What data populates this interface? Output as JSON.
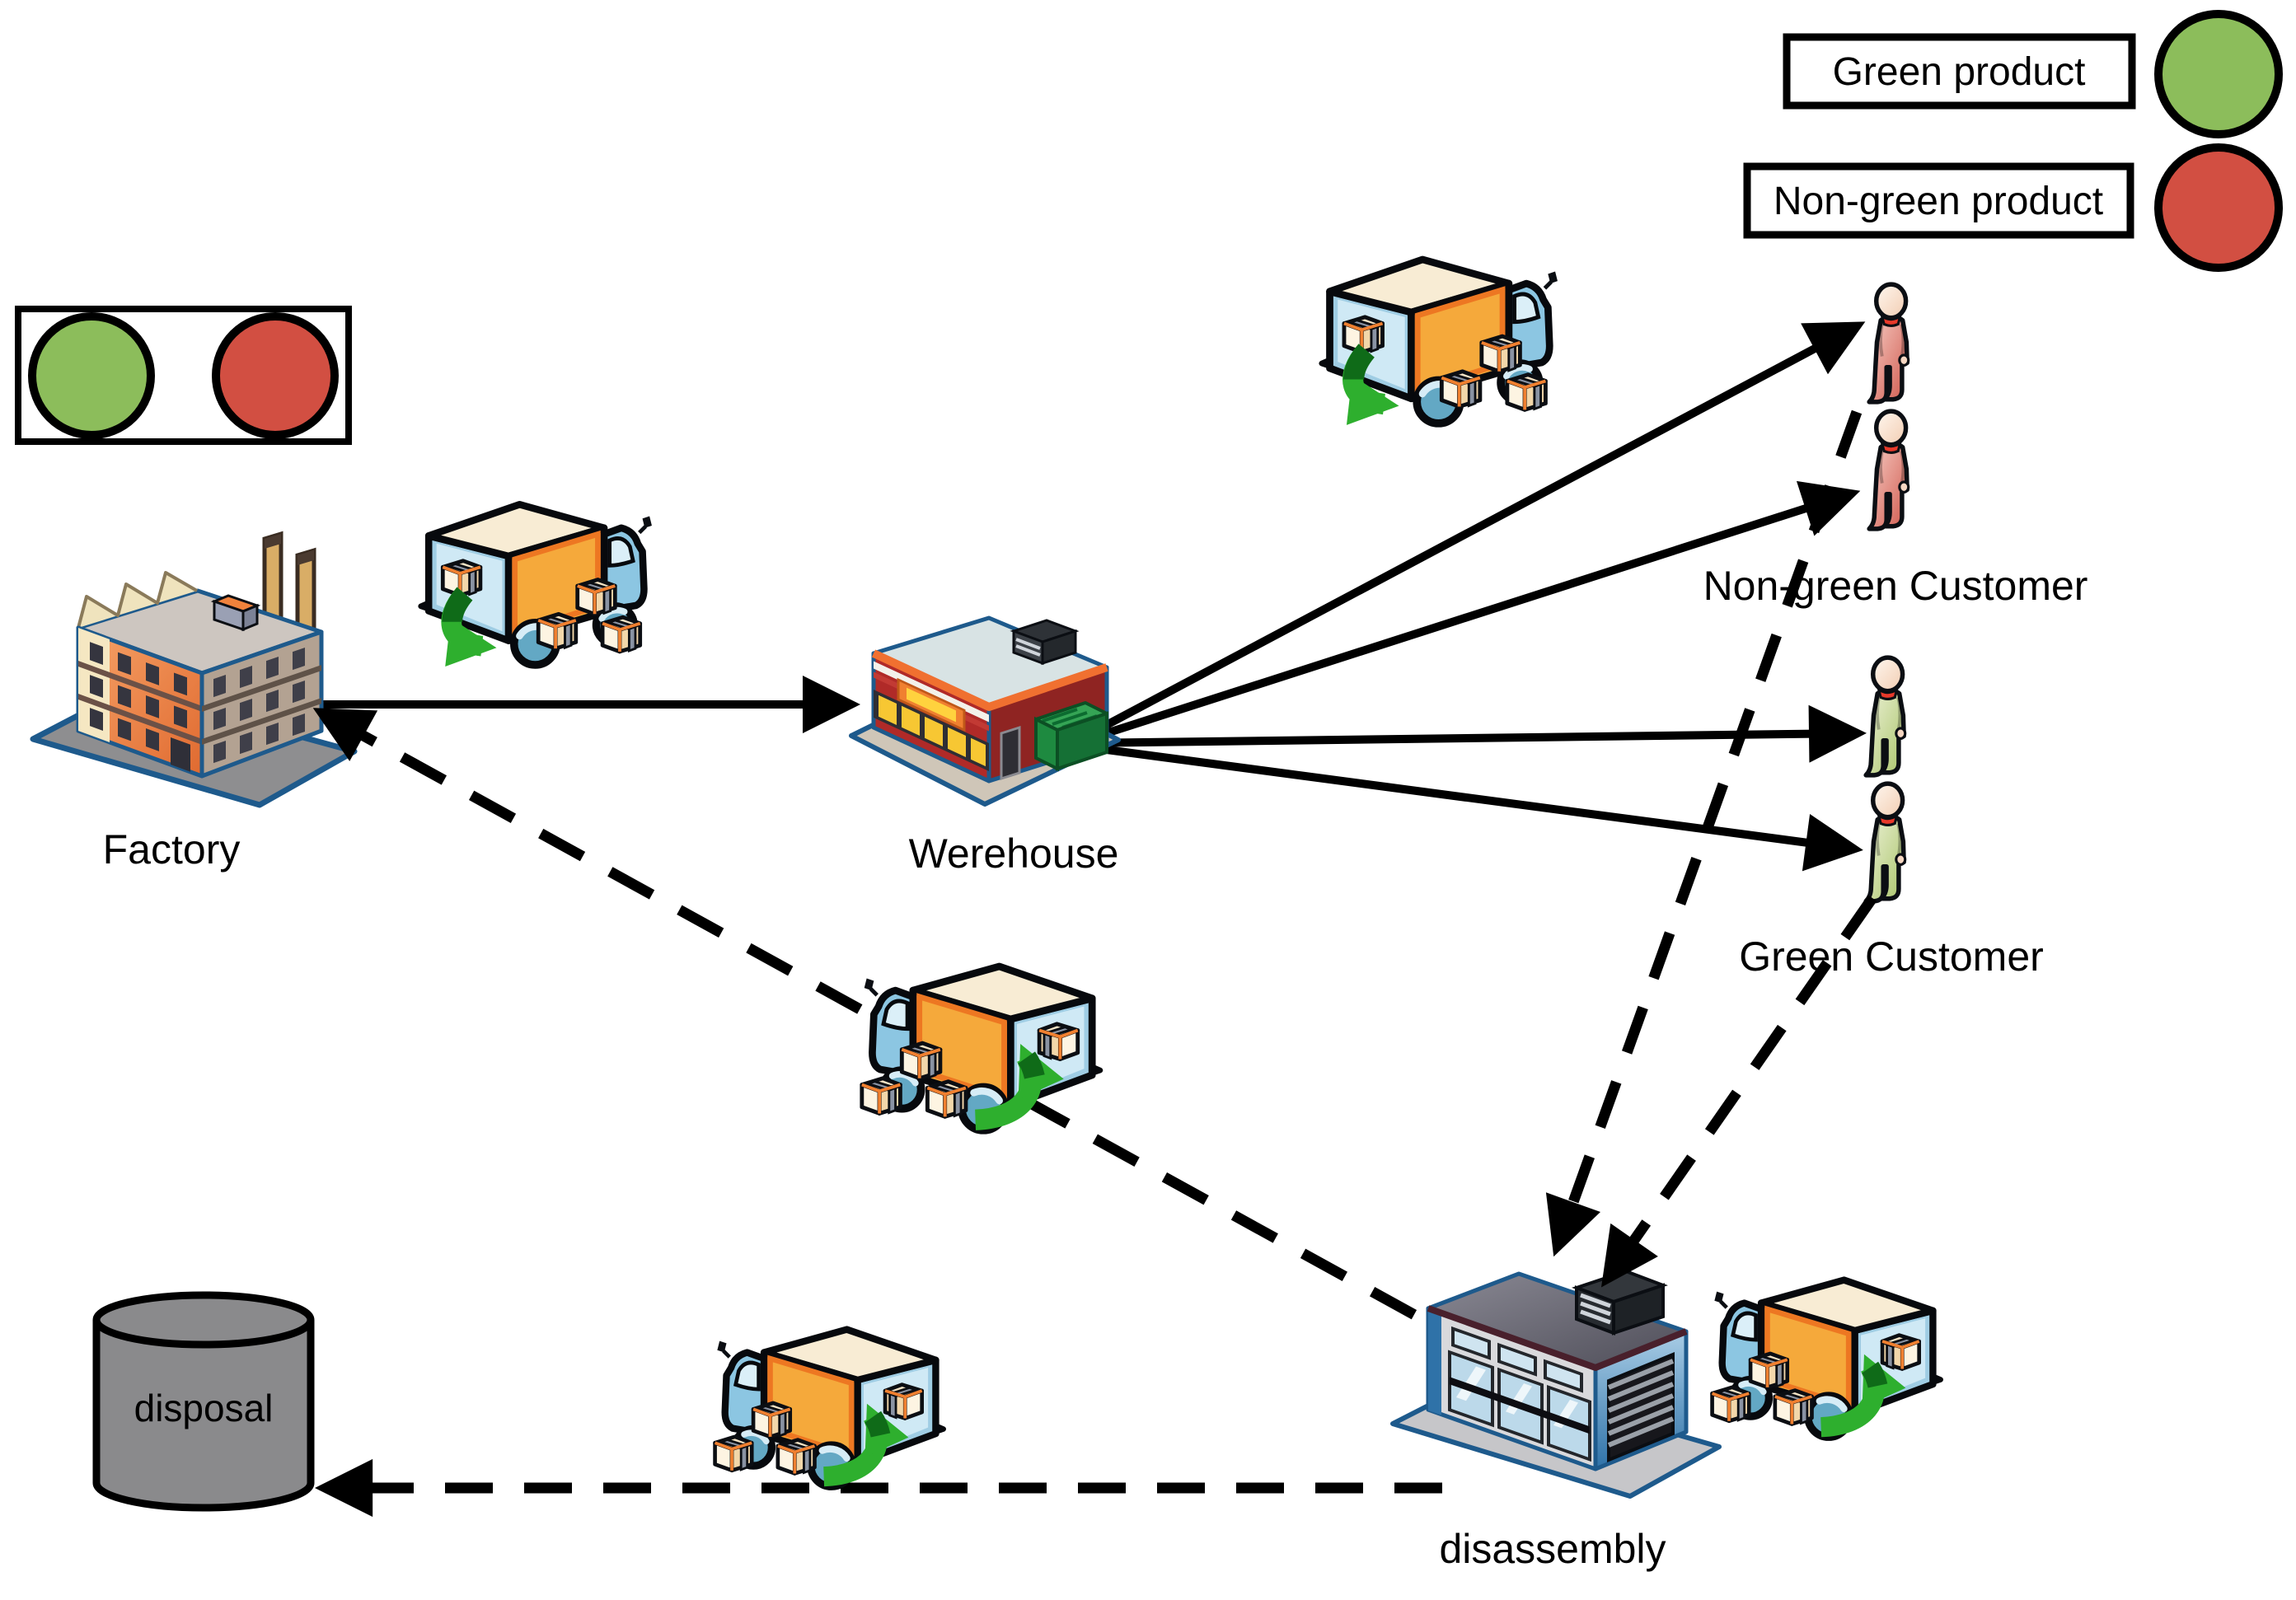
{
  "figure": {
    "type": "closed-loop supply chain diagram",
    "background": "#ffffff"
  },
  "legend": {
    "items": [
      {
        "label": "Green product",
        "color": "#8cbd5b"
      },
      {
        "label": "Non-green product",
        "color": "#d24f42"
      }
    ]
  },
  "key_box": {
    "green_color": "#8cbd5b",
    "red_color": "#d24f42"
  },
  "nodes": {
    "factory": {
      "label": "Factory",
      "icon": "factory-building-icon"
    },
    "warehouse": {
      "label": "Werehouse",
      "icon": "store-building-icon"
    },
    "non_green_customer": {
      "label": "Non-green Customer",
      "icon": "person-icon",
      "count": 2,
      "color": "#d4584c"
    },
    "green_customer": {
      "label": "Green Customer",
      "icon": "person-icon",
      "count": 2,
      "color": "#a6c168"
    },
    "disassembly": {
      "label": "disassembly",
      "icon": "garage-building-icon"
    },
    "disposal": {
      "label": "disposal",
      "icon": "cylinder-icon"
    }
  },
  "trucks": {
    "icon": "delivery-truck-icon",
    "count": 5,
    "cargo_color": "#f5a93b",
    "cab_color": "#8cc6e2",
    "loading_arrow_color": "#2eaf2e"
  },
  "edges": [
    {
      "from": "Factory",
      "to": "Werehouse",
      "style": "solid"
    },
    {
      "from": "Werehouse",
      "to": "Non-green Customer 1",
      "style": "solid"
    },
    {
      "from": "Werehouse",
      "to": "Non-green Customer 2",
      "style": "solid"
    },
    {
      "from": "Werehouse",
      "to": "Green Customer 1",
      "style": "solid"
    },
    {
      "from": "Werehouse",
      "to": "Green Customer 2",
      "style": "solid"
    },
    {
      "from": "Non-green Customer",
      "to": "disassembly",
      "style": "dashed"
    },
    {
      "from": "Green Customer",
      "to": "disassembly",
      "style": "dashed"
    },
    {
      "from": "disassembly",
      "to": "Factory",
      "style": "dashed"
    },
    {
      "from": "disassembly",
      "to": "disposal",
      "style": "dashed"
    }
  ]
}
